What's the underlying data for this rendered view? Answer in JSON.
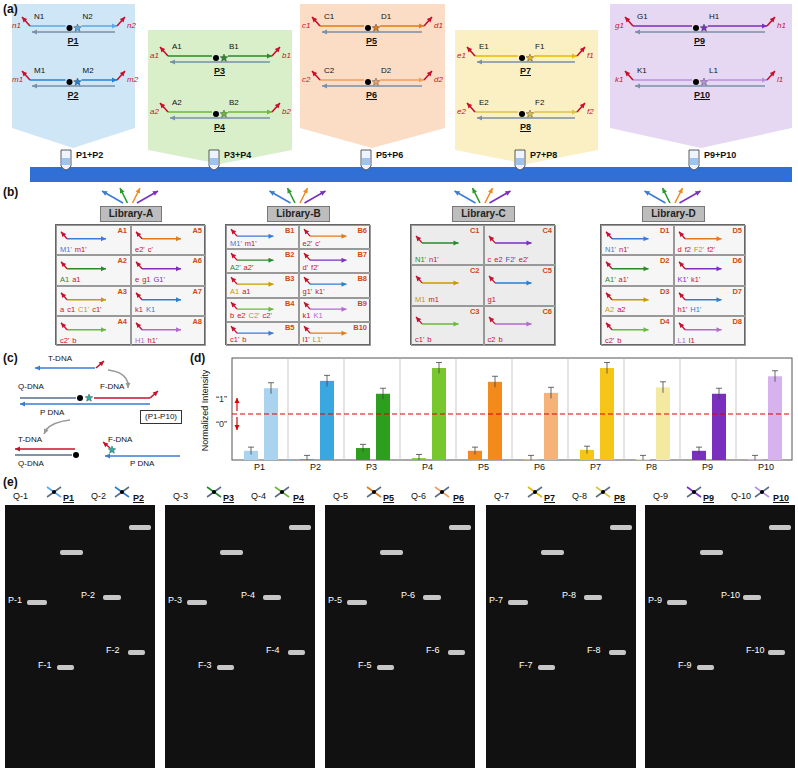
{
  "diagram": {
    "nodes": [
      {
        "text": [
          "Library-A"
        ]
      },
      {
        "text": [
          "A1",
          "M1'",
          "m1'"
        ],
        "in": 0
      },
      {
        "text": [
          "A5",
          "e2'",
          "c'"
        ],
        "in": 0
      },
      {
        "text": [
          "A2",
          "A1",
          "a1"
        ],
        "in": 0
      },
      {
        "text": [
          "A6",
          "e",
          "g1",
          "G1'"
        ],
        "in": 0
      },
      {
        "text": [
          "A3",
          "a",
          "c1",
          "C1'",
          "c1'"
        ],
        "in": 0
      },
      {
        "text": [
          "A7",
          "k1",
          "K1"
        ],
        "in": 0
      },
      {
        "text": [
          "A4",
          "c2'",
          "b"
        ],
        "in": 0
      },
      {
        "text": [
          "A8",
          "H1",
          "h1'"
        ],
        "in": 0
      },
      {
        "text": [
          "Library-B"
        ]
      },
      {
        "text": [
          "B1",
          "M1'",
          "m1'"
        ],
        "in": 9
      },
      {
        "text": [
          "B6",
          "e2'",
          "c'"
        ],
        "in": 9
      },
      {
        "text": [
          "B2",
          "A2'",
          "a2'"
        ],
        "in": 9
      },
      {
        "text": [
          "B7",
          "d'",
          "f2'"
        ],
        "in": 9
      },
      {
        "text": [
          "B3",
          "A1",
          "a1"
        ],
        "in": 9
      },
      {
        "text": [
          "B8",
          "g1'",
          "k1'"
        ],
        "in": 9
      },
      {
        "text": [
          "B4",
          "b",
          "e2",
          "C2'",
          "c2'"
        ],
        "in": 9
      },
      {
        "text": [
          "B9",
          "k1",
          "K1"
        ],
        "in": 9
      },
      {
        "text": [
          "B5",
          "c1'",
          "b"
        ],
        "in": 9
      },
      {
        "text": [
          "B10",
          "l1'",
          "L1'"
        ],
        "in": 9
      },
      {
        "text": [
          "Library-C"
        ]
      },
      {
        "text": [
          "C1",
          "N1'",
          "n1'"
        ],
        "in": 20
      },
      {
        "text": [
          "C4",
          "c",
          "e2",
          "F2'",
          "e2'"
        ],
        "in": 20
      },
      {
        "text": [
          "C2",
          "M1",
          "m1"
        ],
        "in": 20
      },
      {
        "text": [
          "C5",
          "g1"
        ],
        "in": 20
      },
      {
        "text": [
          "C3",
          "c1'",
          "b"
        ],
        "in": 20
      },
      {
        "text": [
          "C6",
          "c2",
          "b"
        ],
        "in": 20
      },
      {
        "text": [
          "Library-D"
        ]
      },
      {
        "text": [
          "D1",
          "N1'",
          "n1'"
        ],
        "in": 27
      },
      {
        "text": [
          "D5",
          "d",
          "f2",
          "F2'",
          "f2'"
        ],
        "in": 27
      },
      {
        "text": [
          "D2",
          "A1'",
          "a1'"
        ],
        "in": 27
      },
      {
        "text": [
          "D6",
          "K1'",
          "k1'"
        ],
        "in": 27
      },
      {
        "text": [
          "D3",
          "A2",
          "a2"
        ],
        "in": 27
      },
      {
        "text": [
          "D7",
          "h1'",
          "H1'"
        ],
        "in": 27
      },
      {
        "text": [
          "D4",
          "c2'",
          "b"
        ],
        "in": 27
      },
      {
        "text": [
          "D8",
          "L1",
          "l1"
        ],
        "in": 27
      },
      {
        "text": [
          "(P1-P10)"
        ]
      }
    ],
    "labels": [
      "(a)",
      "n1",
      "N1",
      "N2",
      "n2",
      "P1",
      "m1",
      "M1",
      "M2",
      "m2",
      "P2",
      "a1",
      "A1",
      "B1",
      "b1",
      "P3",
      "a2",
      "A2",
      "B2",
      "b2",
      "P4",
      "c1",
      "C1",
      "D1",
      "d1",
      "P5",
      "c2",
      "C2",
      "D2",
      "d2",
      "P6",
      "e1",
      "E1",
      "F1",
      "f1",
      "P7",
      "e2",
      "E2",
      "F2",
      "f2",
      "P8",
      "g1",
      "G1",
      "H1",
      "h1",
      "P9",
      "k1",
      "K1",
      "L1",
      "l1",
      "P10",
      "P1+P2",
      "P3+P4",
      "P5+P6",
      "P7+P8",
      "P9+P10",
      "(b)",
      "(c)",
      "T-DNA",
      "Q-DNA",
      "F-DNA",
      "P DNA",
      "T-DNA",
      "Q-DNA",
      "F-DNA",
      "P DNA",
      "(d)",
      "Normalized Intensity",
      "“1”",
      "“0”",
      "P1",
      "P2",
      "P3",
      "P4",
      "P5",
      "P6",
      "P7",
      "P8",
      "P9",
      "P10",
      "(e)",
      "Q-1",
      "P1",
      "Q-2",
      "P2",
      "P-1",
      "F-1",
      "P-2",
      "F-2",
      "Q-3",
      "P3",
      "Q-4",
      "P4",
      "P-3",
      "F-3",
      "P-4",
      "F-4",
      "Q-5",
      "P5",
      "Q-6",
      "P6",
      "P-5",
      "F-5",
      "P-6",
      "F-6",
      "Q-7",
      "P7",
      "Q-8",
      "P8",
      "P-7",
      "F-7",
      "P-8",
      "F-8",
      "Q-9",
      "P9",
      "Q-10",
      "P10",
      "P-9",
      "F-9",
      "P-10",
      "F-10"
    ]
  }
}
